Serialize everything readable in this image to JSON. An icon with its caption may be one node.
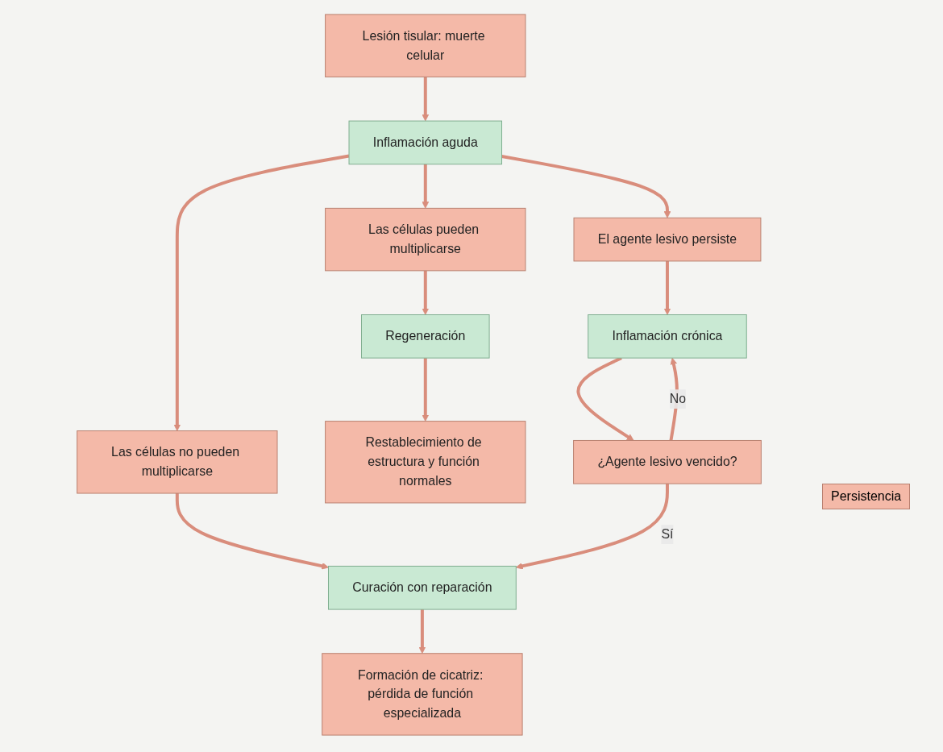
{
  "diagram": {
    "nodes": [
      {
        "text": [
          "Lesión tisular: muerte celular"
        ]
      },
      {
        "text": [
          "Inflamación aguda"
        ]
      },
      {
        "text": [
          "Las células pueden multiplicarse"
        ]
      },
      {
        "text": [
          "Las células no pueden multiplicarse"
        ]
      },
      {
        "text": [
          "El agente lesivo persiste"
        ]
      },
      {
        "text": [
          "Regeneración"
        ]
      },
      {
        "text": [
          "Curación con reparación"
        ]
      },
      {
        "text": [
          "Inflamación crónica"
        ]
      },
      {
        "text": [
          "Restablecimiento de estructura y función normales"
        ]
      },
      {
        "text": [
          "Formación de cicatriz: pérdida de función especializada"
        ]
      },
      {
        "text": [
          "¿Agente lesivo vencido?"
        ]
      }
    ],
    "edges": [
      {
        "from": 0,
        "to": 1,
        "arrow": "to"
      },
      {
        "from": 1,
        "to": 2,
        "arrow": "to"
      },
      {
        "from": 1,
        "to": 3,
        "arrow": "to"
      },
      {
        "from": 1,
        "to": 4,
        "arrow": "to"
      },
      {
        "from": 2,
        "to": 5,
        "arrow": "to"
      },
      {
        "from": 3,
        "to": 6,
        "arrow": "to"
      },
      {
        "from": 4,
        "to": 7,
        "arrow": "to"
      },
      {
        "from": 5,
        "to": 8,
        "arrow": "to"
      },
      {
        "from": 6,
        "to": 9,
        "arrow": "to"
      },
      {
        "from": 7,
        "to": 10,
        "arrow": "to"
      },
      {
        "from": 10,
        "to": 6,
        "arrow": "to",
        "label": "Sí"
      },
      {
        "from": 10,
        "to": 7,
        "arrow": "to",
        "label": "No"
      }
    ],
    "labels": [
      "Persistencia"
    ]
  }
}
